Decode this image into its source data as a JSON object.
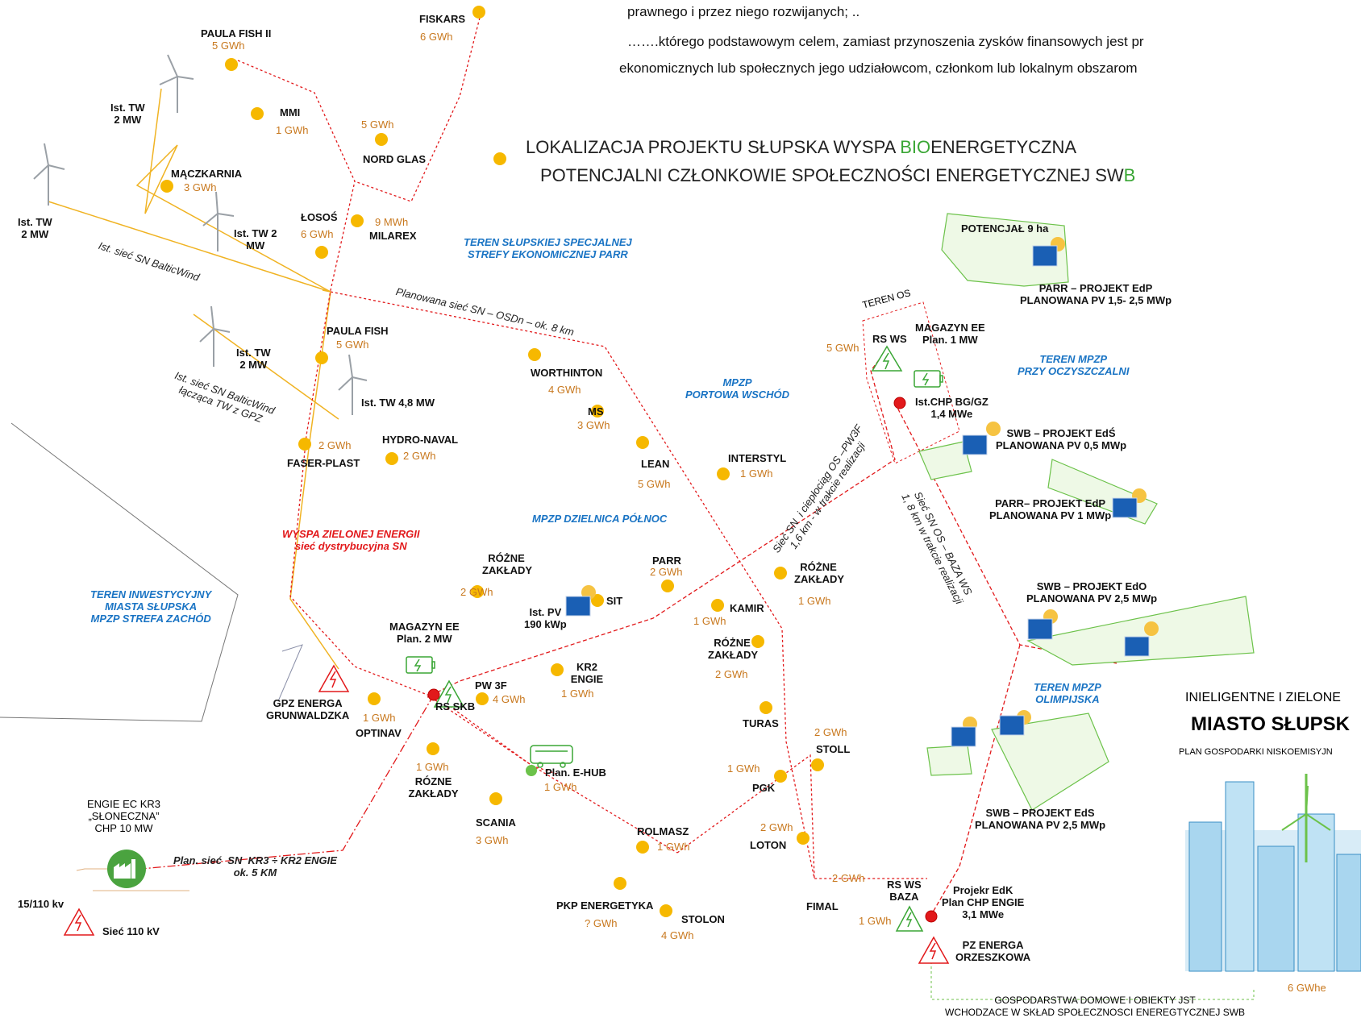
{
  "header_text": {
    "line1": "prawnego i przez niego rozwijanych; ..",
    "line2": "…….którego podstawowym celem, zamiast przynoszenia zysków finansowych  jest pr",
    "line3": "ekonomicznych lub społecznych jego udziałowcom, członkom lub lokalnym obszarom"
  },
  "title": {
    "l1_pre": "LOKALIZACJA PROJEKTU SŁUPSKA WYSPA ",
    "l1_green": "BIO",
    "l1_post": "ENERGETYCZNA",
    "l2_pre": "POTENCJALNI CZŁONKOWIE SPOŁECZNOŚCI ENERGETYCZNEJ SW",
    "l2_green": "B"
  },
  "members": [
    {
      "name": "FISKARS",
      "value": "6 GWh"
    },
    {
      "name": "PAULA FISH II",
      "value": "5 GWh"
    },
    {
      "name": "MMI",
      "value": "1 GWh"
    },
    {
      "name": "NORD GLAS",
      "value": "5 GWh"
    },
    {
      "name": "MĄCZKARNIA",
      "value": "3 GWh"
    },
    {
      "name": "ŁOSOŚ",
      "value": "6 GWh"
    },
    {
      "name": "MILAREX",
      "value": "9 MWh"
    },
    {
      "name": "PAULA FISH",
      "value": "5 GWh"
    },
    {
      "name": "FASER-PLAST",
      "value": "2 GWh"
    },
    {
      "name": "HYDRO-NAVAL",
      "value": "2 GWh"
    },
    {
      "name": "WORTHINTON",
      "value": "4 GWh"
    },
    {
      "name": "MS",
      "value": "3 GWh"
    },
    {
      "name": "LEAN",
      "value": "5 GWh"
    },
    {
      "name": "INTERSTYL",
      "value": "1 GWh"
    },
    {
      "name": "PARR",
      "value": "2 GWh"
    },
    {
      "name": "RÓŻNE ZAKŁADY",
      "value": "2 GWh"
    },
    {
      "name": "SIT",
      "value": ""
    },
    {
      "name": "KAMIR",
      "value": "1 GWh"
    },
    {
      "name": "RÓŻNE ZAKŁADY",
      "value": "1 GWh"
    },
    {
      "name": "RÓŻNE ZAKŁADY",
      "value": "2 GWh"
    },
    {
      "name": "KR2 ENGIE",
      "value": "1 GWh"
    },
    {
      "name": "PW 3F",
      "value": "4 GWh"
    },
    {
      "name": "OPTINAV",
      "value": "1 GWh"
    },
    {
      "name": "RÓZNE ZAKŁADY",
      "value": "1 GWh"
    },
    {
      "name": "SCANIA",
      "value": "3 GWh"
    },
    {
      "name": "TURAS",
      "value": ""
    },
    {
      "name": "STOLL",
      "value": "2 GWh"
    },
    {
      "name": "PGK",
      "value": "1 GWh"
    },
    {
      "name": "LOTON",
      "value": "2 GWh"
    },
    {
      "name": "ROLMASZ",
      "value": "1 GWh"
    },
    {
      "name": "PKP ENERGETYKA",
      "value": "? GWh"
    },
    {
      "name": "STOLON",
      "value": "4 GWh"
    },
    {
      "name": "FIMAL",
      "value": "2 GWh"
    }
  ],
  "labels": {
    "tw1": "Ist. TW\n2 MW",
    "tw2": "Ist. TW\n2 MW",
    "tw3": "Ist. TW 2\nMW",
    "tw4": "Ist. TW\n2 MW",
    "tw5": "Ist. TW 4,8 MW",
    "zone_parr": "TEREN SŁUPSKIEJ SPECJALNEJ\nSTREFY EKONOMICZNEJ PARR",
    "zone_portowa": "MPZP\nPORTOWA WSCHÓD",
    "zone_polnoc": "MPZP DZIELNICA PÓŁNOC",
    "zone_zachod": "TEREN INWESTYCYJNY\nMIASTA SŁUPSKA\nMPZP STREFA ZACHÓD",
    "zone_oczyszczalnia": "TEREN MPZP\nPRZY OCZYSZCZALNI",
    "zone_olimpijska": "TEREN MPZP\nOLIMPIJSKA",
    "wyspa": "WYSPA ZIELONEJ ENERGII\nsieć dystrybucyjna SN",
    "net_baltic1": "Ist. sieć SN BalticWind",
    "net_baltic2": "Ist. sieć SN BalticWind\nłącząca TW z GPZ",
    "net_planned": "Planowana sieć SN – OSDn – ok. 8 km",
    "net_os_pw3f": "Sieć SN  i ciepłociąg OS –PW3F\n1,6 km - w trakcie realizacji",
    "net_os_baza": "Sieć SN OS – BAZA WS\n1, 8 km w trakcie realizacji",
    "net_kr3": "Plan. sieć  SN  KR3 ÷ KR2 ENGIE\nok. 5 KM",
    "potencjal": "POTENCJAŁ 9 ha",
    "parr_edp": "PARR – PROJEKT EdP\nPLANOWANA PV 1,5- 2,5 MWp",
    "teren_os": "TEREN OS",
    "rs_ws": "RS WS",
    "rs_ws_val": "5 GWh",
    "magazyn_os": "MAGAZYN EE\nPlan. 1 MW",
    "chp_os": "Ist.CHP BG/GZ\n1,4 MWe",
    "swb_eds1": "SWB – PROJEKT EdŚ\nPLANOWANA PV 0,5 MWp",
    "parr_edp2": "PARR– PROJEKT EdP\nPLANOWANA PV 1 MWp",
    "swb_edo": "SWB – PROJEKT EdO\nPLANOWANA PV 2,5 MWp",
    "swb_eds2": "SWB – PROJEKT EdS\nPLANOWANA PV 2,5 MWp",
    "magazyn_skb": "MAGAZYN EE\nPlan. 2 MW",
    "rs_skb": "RS SKB",
    "pv_ist": "Ist. PV\n190 kWp",
    "ehub": "Plan. E-HUB",
    "ehub_val": "1 GWh",
    "gpz_grunwaldzka": "GPZ ENERGA\nGRUNWALDZKA",
    "engie_kr3": "ENGIE EC KR3\n„SŁONECZNA”\nCHP 10 MW",
    "kv15": "15/110 kv",
    "siec110": "Sieć 110 kV",
    "rs_ws_baza": "RS WS\nBAZA",
    "rs_baza_val": "1 GWh",
    "chp_engie": "Projekr EdK\nPlan CHP ENGIE\n3,1 MWe",
    "pz_orzeszkowa": "PZ ENERGA\nORZESZKOWA",
    "households": "GOSPODARSTWA DOMOWE I OBIEKTY JST\nWCHODZACE W SKŁAD SPOŁECZNOSCI ENEREGTYCZNEJ SWB",
    "households_val": "6  GWhe",
    "city_line1": "INIELIGENTNE I ZIELONE",
    "city_line2": "MIASTO SŁUPSK",
    "city_line3": "PLAN GOSPODARKI NISKOEMISYJN"
  },
  "colors": {
    "member_dot": "#f6b800",
    "network_red": "#e2191b",
    "wind_net": "#f0b323",
    "zone_blue": "#1a74c4",
    "pv_green": "#6cc24a",
    "value_orange": "#c8781e"
  }
}
